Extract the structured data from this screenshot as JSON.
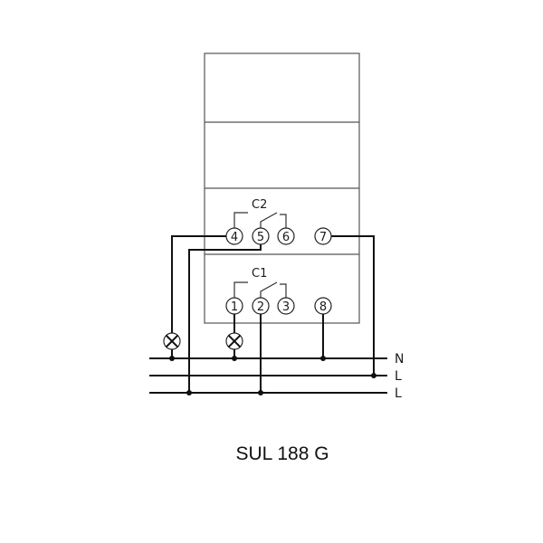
{
  "device": {
    "contacts": [
      {
        "label": "C2",
        "terminals": [
          "4",
          "5",
          "6"
        ],
        "extra": "7"
      },
      {
        "label": "C1",
        "terminals": [
          "1",
          "2",
          "3"
        ],
        "extra": "8"
      }
    ]
  },
  "rails": [
    "N",
    "L",
    "L"
  ],
  "caption": "SUL 188 G",
  "colors": {
    "line": "#111111",
    "box": "#555555"
  }
}
